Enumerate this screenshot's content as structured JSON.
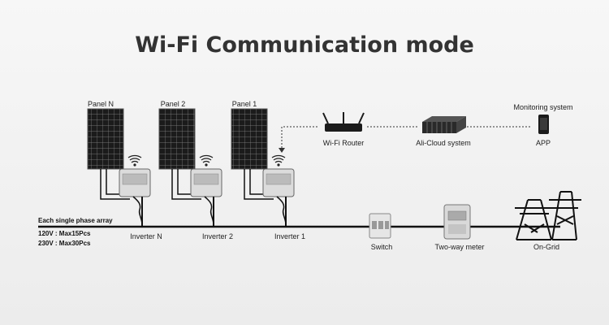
{
  "title": "Wi-Fi Communication mode",
  "panels": [
    {
      "label": "Panel N"
    },
    {
      "label": "Panel 2"
    },
    {
      "label": "Panel 1"
    }
  ],
  "inverters": [
    {
      "label": "Inverter N"
    },
    {
      "label": "Inverter 2"
    },
    {
      "label": "Inverter 1"
    }
  ],
  "devices": {
    "router": "Wi-Fi Router",
    "cloud": "Ali-Cloud system",
    "monitoring": "Monitoring system",
    "app": "APP",
    "switch": "Switch",
    "meter": "Two-way meter",
    "grid": "On-Grid"
  },
  "array_note": {
    "heading": "Each single phase array",
    "line1": "120V : Max15Pcs",
    "line2": "230V : Max30Pcs"
  },
  "colors": {
    "panel": "#1b1b1b",
    "line": "#111111",
    "dots": "#333333",
    "title": "#333333"
  }
}
